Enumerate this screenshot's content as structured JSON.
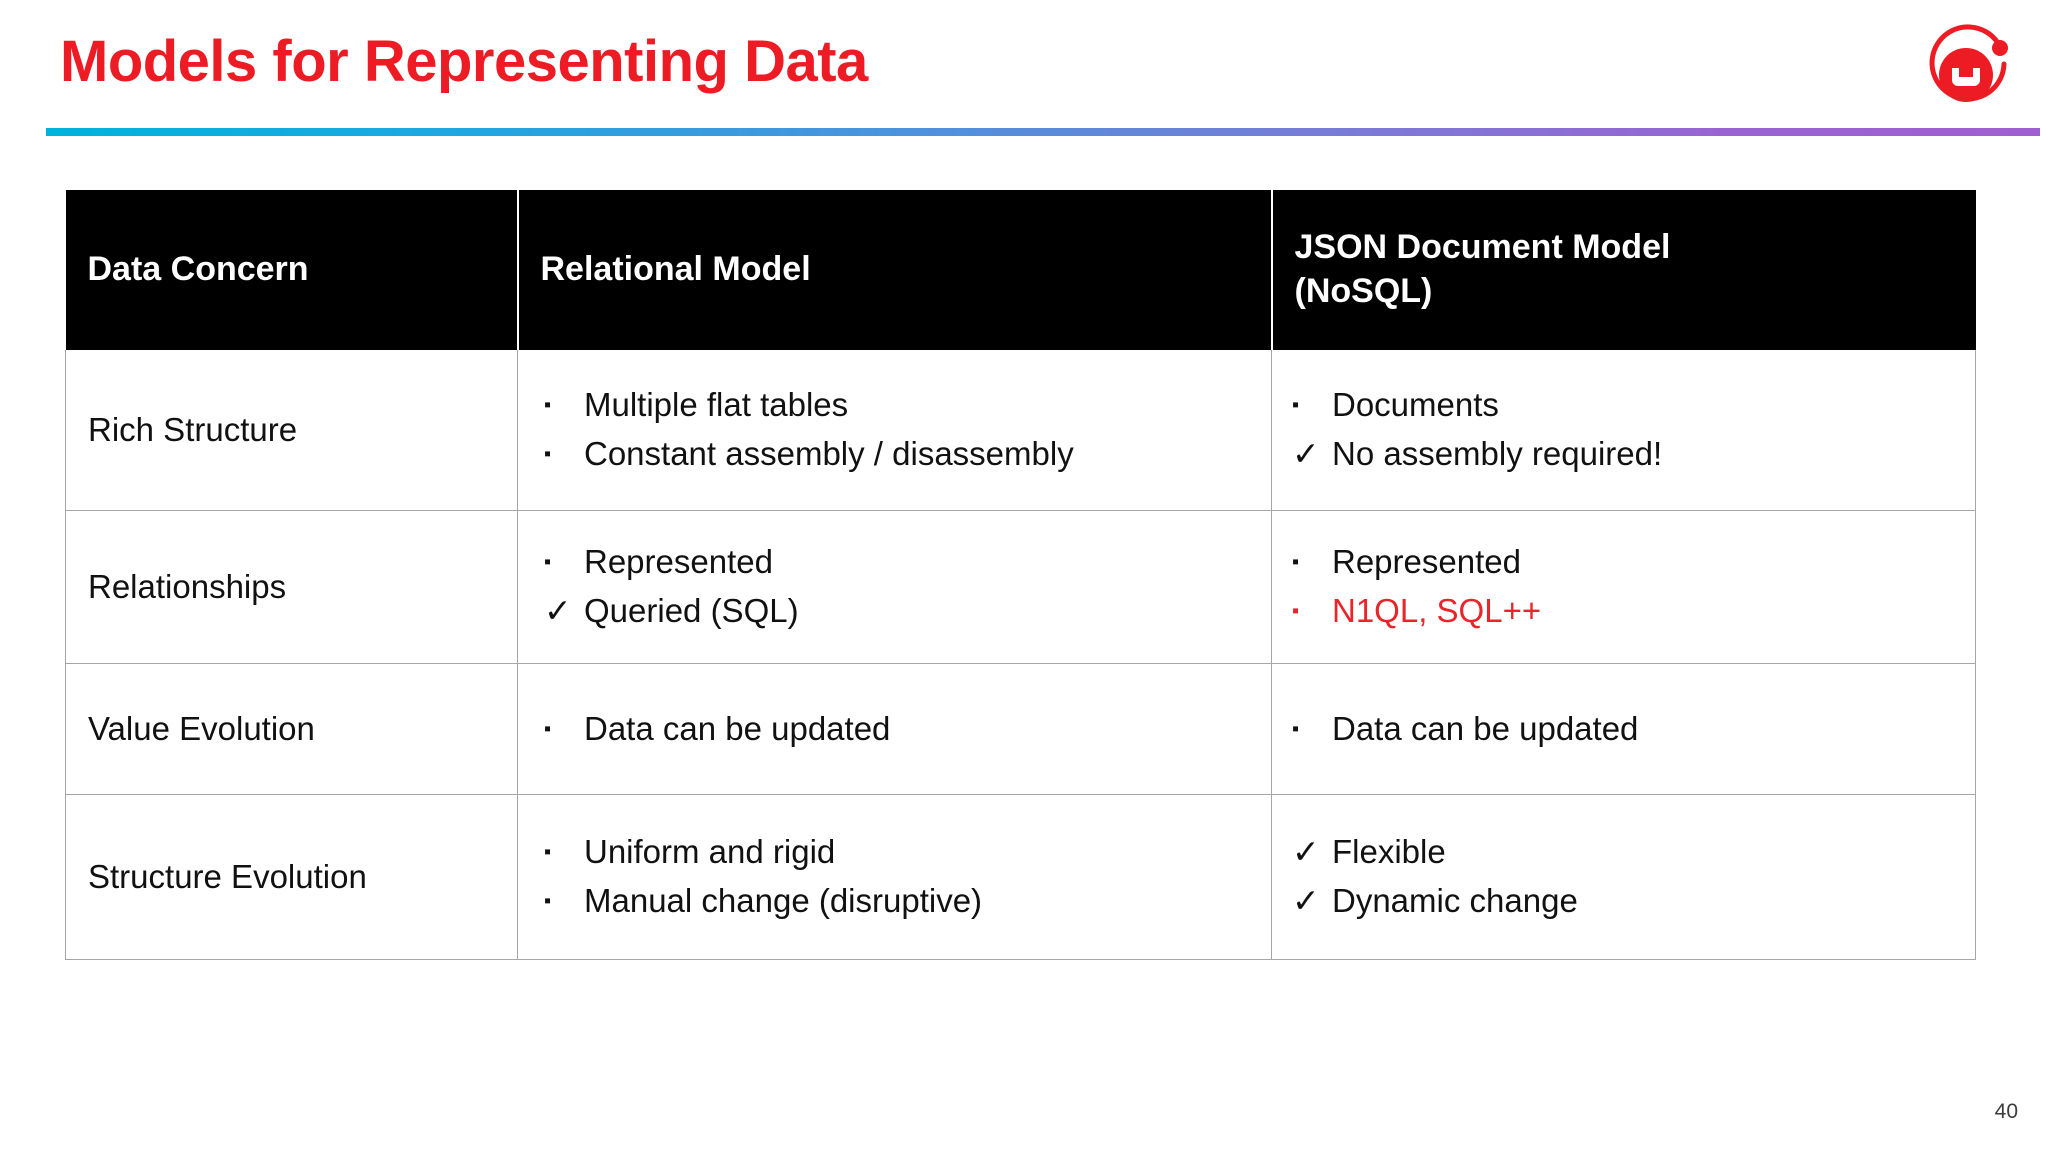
{
  "slide": {
    "title": "Models for Representing Data",
    "page_number": "40",
    "accent_color": "#ED1C24",
    "rule_gradient_from": "#00b3dc",
    "rule_gradient_to": "#a05fd0",
    "highlight_color": "#E8252A",
    "logo_name": "couchbase-logo"
  },
  "table": {
    "headers": [
      "Data Concern",
      "Relational Model",
      "JSON Document Model\n(NoSQL)"
    ],
    "header_col3_line1": "JSON Document Model",
    "header_col3_line2": "(NoSQL)",
    "rows": [
      {
        "concern": "Rich Structure",
        "relational": [
          {
            "marker": "square",
            "text": "Multiple flat tables",
            "color": "black"
          },
          {
            "marker": "square",
            "text": "Constant assembly / disassembly",
            "color": "black"
          }
        ],
        "json": [
          {
            "marker": "square",
            "text": "Documents",
            "color": "black"
          },
          {
            "marker": "check",
            "text": "No assembly required!",
            "color": "black"
          }
        ]
      },
      {
        "concern": "Relationships",
        "relational": [
          {
            "marker": "square",
            "text": "Represented",
            "color": "black"
          },
          {
            "marker": "check",
            "text": "Queried (SQL)",
            "color": "black"
          }
        ],
        "json": [
          {
            "marker": "square",
            "text": "Represented",
            "color": "black"
          },
          {
            "marker": "square",
            "text": "N1QL, SQL++",
            "color": "red"
          }
        ]
      },
      {
        "concern": "Value Evolution",
        "relational": [
          {
            "marker": "square",
            "text": "Data can be updated",
            "color": "black"
          }
        ],
        "json": [
          {
            "marker": "square",
            "text": "Data can be updated",
            "color": "black"
          }
        ]
      },
      {
        "concern": "Structure Evolution",
        "relational": [
          {
            "marker": "square",
            "text": "Uniform and rigid",
            "color": "black"
          },
          {
            "marker": "square",
            "text": "Manual change (disruptive)",
            "color": "black"
          }
        ],
        "json": [
          {
            "marker": "check",
            "text": "Flexible",
            "color": "black"
          },
          {
            "marker": "check",
            "text": "Dynamic change",
            "color": "black"
          }
        ]
      }
    ]
  },
  "markers": {
    "square": "▪",
    "check": "✓"
  }
}
